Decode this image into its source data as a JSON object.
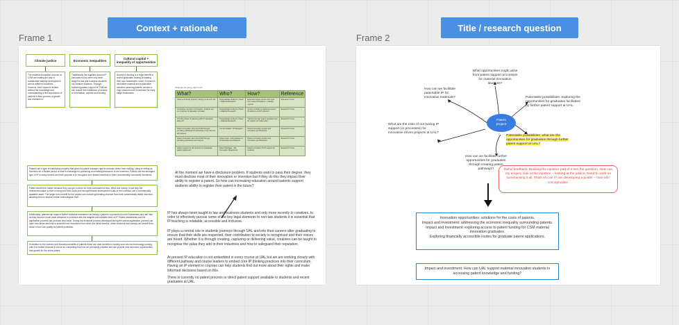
{
  "banners": {
    "left": "Context + rationale",
    "right": "Title / research question"
  },
  "frames": {
    "frame1": "Frame 1",
    "frame2": "Frame 2"
  },
  "frame1": {
    "columns": [
      {
        "title": "Climate justice",
        "body": "The material innovation courses at CSM are leading the way in sustainable material development across different industries. However, their impact is limited without the knowledge and understanding of the importance of patents in their process of growth and investment."
      },
      {
        "title": "Economic inequalities",
        "body": "Traditionally the legalities around IP (innovation) has been only been taught to law and business students, not creative students. Through furthering patent support at CSM we can reduce this imbalance of access to information, experts and funding."
      },
      {
        "title": "Cultural capital + inequality of opportunities",
        "body": "Access to funding is a huge benefit to recent graduates looking at starting their own businesses, when it comes to innovative material and sustainable solutions securing patents unlocks a huge amount more investment for early stage businesses."
      }
    ],
    "bottom_boxes": [
      "Patents are a type of intellectual property that gives its patent manager right to exclude others from making, using or selling an invention for a limited period of time in exchange for publishing an enabling disclosure of the invention. Patents are the strongest type of IP in many senses and their purpose is to recognise and reward inventors for their commercially successful inventions.",
      "Patent benefit the maker because they can get a return for their investment in time, effort and money. It can help the researcher/maker to earn a living from their work and recoup/reinvest development costs in the invention into a commercially available asset. The larger term benefit for the creator can include generating revenue from their commercially viable invention, allowing them to finance further technological R&D.",
      "Additionally, patents can support further business investment as having a patent is a powerful tool for businesses and can help as they become much more attractive to investors with the tangible and tradable form of IP. Patent investments and the application process can promote new ideas. During the technical process developed during the patent registration process can open new ideas and help to promote new inventions from which the initial inventor, wider business and society can benefit from, which in turn can qualify for patent protection.",
      "In addition to the inventor and business benefits of patents these are clear benefits to society such as new technology coming onto the market because it can be so compelling that new art previously possible and can provide new economic opportunities that growth for the entire patent."
    ],
    "small_caption": "What are we doing right now?",
    "table": {
      "headers": [
        "What?",
        "Who?",
        "How?",
        "Reference"
      ],
      "rows": [
        [
          "Patent-protected property training course at UAL",
          "Postgraduate students, Patent + Material Research",
          "Extended online course with input from patent IP leaders + industry experts",
          "Research Fronts"
        ],
        [
          "Immersive courses in innovation, students are on a journey of education provided",
          "Postgraduate students, Patent + Material Research",
          "Course includes a registered patent IP attorney and IP lecturers",
          "Research Fronts"
        ],
        [
          "The first phase of patenting with IP education about IP",
          "Postgraduate students, Patent + Material Research",
          "Training through patent specialist and IP support for trademarks",
          "Research Fronts"
        ],
        [
          "Patent innovation with UAL/CSM through providing additional IP workshops in the third for all students",
          "Course leaders, IP Managers",
          "Patent innovation project with Innovation and Business",
          "Research Fronts"
        ],
        [
          "Patent innovation with UAL/CSM through providing workshops and support",
          "Patent team, and graduate to IP education and students",
          "Patent innovation project with Innovation and Business",
          "Research Fronts"
        ],
        [
          "Patent support for all students and graduate patent registered",
          "Patent Manager, UAL Innovation Department",
          "Patent innovation IP IP support for students",
          "Research Fronts"
        ]
      ]
    },
    "text_blocks": [
      "At the moment we have a disclosure problem. If students want to pass their degree, they must disclose most of their innovation or invention but if they do this they impact their ability to register a patent. So how can increasing education around patents support students ability to register their patent in the future?",
      "IP has always been taught to law and business students and only more recently to creatives. In order to effectively pursue some of the key legal elements to non-law students it is essential that IP teaching is relatable, accessible and inclusive.",
      "IP plays a central role in students journeys through UAL and into their careers after graduating to ensure that their skills are respected, their contribution to society is recognised and their voices are heard. Whether it is through creating, capturing or delivering value, creatives can be taught to recognise the value they add to their industries and how to safeguard their reputation.",
      "At present IP education is not embedded in every course at UAL but we are working closely with different pathway and course leaders to embed core IP thinking practices into their curriculum. Having an IP element in courses can help students find out more about their rights and make informed decisions based on this.",
      "There is currently no patent process or direct patent support available to students and recent graduates at UAL."
    ]
  },
  "frame2": {
    "center": "Patent project",
    "nodes": {
      "top": "What opportunities might arise from patent support processes for material innovation students?",
      "upper_left": "How can we facilitate patentable IP for innovative materials?",
      "right_upper": "Patentable possibilities: exploring the opportunities for graduates facilitated by further patent support at UAL.",
      "right_lower": "Patentable possibilities: what are the opportunities for graduates through further patent support at UAL?",
      "left": "What are the risks of not having IP support (or processes) for innovative driven projects at UAL?",
      "bottom": "How can we facilitate further opportunities for graduates through creating patent pathways?"
    },
    "feedback": "Rahul feedback: Building the injustice part of it into the question. How can my enquiry look at the injustice – looking at the justice. Need to work on summarising it all. Think of it as if I am developing a poster – how will I conceptualise.",
    "summary_lines": [
      "Innovation opportunities: solutions for the costs of patents.",
      "Impact and investment: addressing the economic inequality surrounding patents.",
      "Impact and investment: exploring access to patent funding for CSM material innovation graduates.",
      "Exploring financially accessible routes for graduate patent applications."
    ],
    "final_question": "Impact and investment: How can UAL support material innovation students in accessing patent knowledge and funding?"
  },
  "colors": {
    "banner": "#4a90e2",
    "green": "#8bc34a",
    "highlight": "#fff25c",
    "center_node": "#3a7be0",
    "feedback_border": "#e8645a",
    "note_border": "#2f7fc1"
  }
}
